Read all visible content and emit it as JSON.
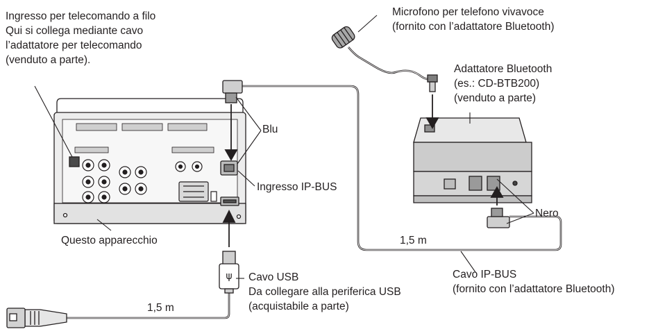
{
  "labels": {
    "remote_input": [
      "Ingresso per telecomando a filo",
      "Qui si collega mediante cavo",
      "l’adattatore per telecomando",
      "(venduto a parte)."
    ],
    "microphone": [
      "Microfono per telefono vivavoce",
      "(fornito con l’adattatore Bluetooth)"
    ],
    "bt_adapter": [
      "Adattatore Bluetooth",
      "(es.: CD-BTB200)",
      "(venduto a parte)"
    ],
    "blu": "Blu",
    "ipbus_input": "Ingresso IP-BUS",
    "nero": "Nero",
    "this_unit": "Questo apparecchio",
    "length_ipbus": "1,5 m",
    "ipbus_cable": [
      "Cavo IP-BUS",
      "(fornito con l’adattatore Bluetooth)"
    ],
    "usb_cable": [
      "Cavo USB",
      "Da collegare alla periferica USB",
      "(acquistabile a parte)"
    ],
    "length_usb": "1,5 m"
  }
}
